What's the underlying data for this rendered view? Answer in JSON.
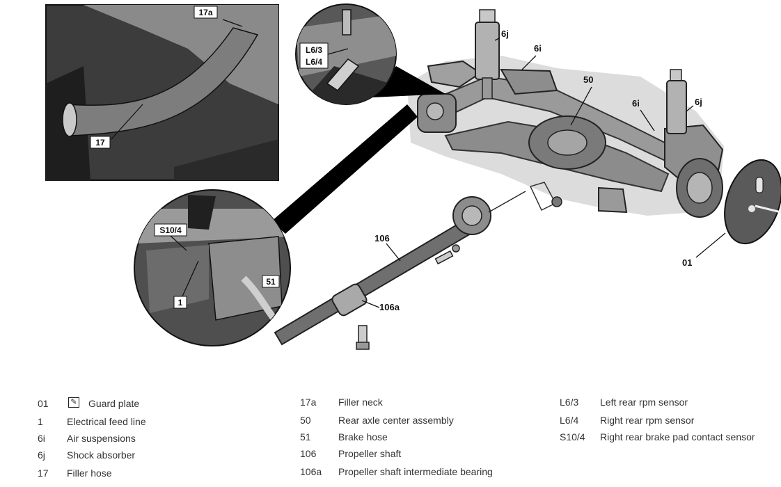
{
  "callouts": {
    "inset1": {
      "c17a": "17a",
      "c17": "17"
    },
    "inset2": {
      "cL63": "L6/3",
      "cL64": "L6/4"
    },
    "inset3": {
      "cS104": "S10/4",
      "c1": "1",
      "c51": "51"
    },
    "main": {
      "c6j_left": "6j",
      "c6i_left": "6i",
      "c50": "50",
      "c6i_right": "6i",
      "c6j_right": "6j",
      "c106": "106",
      "c106a": "106a",
      "c01": "01"
    }
  },
  "legend": {
    "col1": [
      {
        "code": "01",
        "icon": "wrench-note-icon",
        "desc": "Guard plate"
      },
      {
        "code": "1",
        "desc": "Electrical feed line"
      },
      {
        "code": "6i",
        "desc": "Air suspensions"
      },
      {
        "code": "6j",
        "desc": "Shock absorber"
      },
      {
        "code": "17",
        "desc": "Filler hose"
      }
    ],
    "col2": [
      {
        "code": "17a",
        "desc": "Filler neck"
      },
      {
        "code": "50",
        "desc": "Rear axle center assembly"
      },
      {
        "code": "51",
        "desc": "Brake hose"
      },
      {
        "code": "106",
        "desc": "Propeller shaft"
      },
      {
        "code": "106a",
        "desc": "Propeller shaft intermediate bearing"
      }
    ],
    "col3": [
      {
        "code": "L6/3",
        "desc": "Left rear rpm sensor"
      },
      {
        "code": "L6/4",
        "desc": "Right rear rpm sensor"
      },
      {
        "code": "S10/4",
        "desc": "Right rear brake pad contact sensor"
      }
    ]
  }
}
